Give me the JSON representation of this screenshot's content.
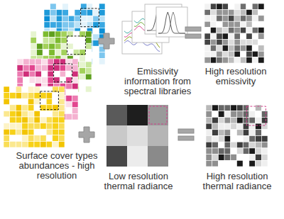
{
  "diagram": {
    "nodes": [
      {
        "text": [
          "Surface cover types abundances - high resolution"
        ]
      },
      {
        "text": [
          "Emissivity information from spectral libraries"
        ]
      },
      {
        "text": [
          "High resolution emissivity"
        ]
      },
      {
        "text": [
          "Low resolution thermal radiance"
        ]
      },
      {
        "text": [
          "High resolution thermal radiance"
        ]
      }
    ]
  }
}
